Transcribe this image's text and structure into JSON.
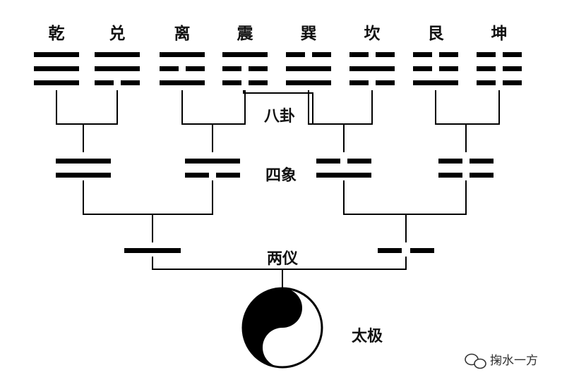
{
  "colors": {
    "ink": "#000000",
    "paper": "#ffffff",
    "watermark": "#333333"
  },
  "trigrams": [
    {
      "name": "乾",
      "lines": [
        1,
        1,
        1
      ]
    },
    {
      "name": "兑",
      "lines": [
        1,
        1,
        0
      ]
    },
    {
      "name": "离",
      "lines": [
        1,
        0,
        1
      ]
    },
    {
      "name": "震",
      "lines": [
        1,
        0,
        0
      ]
    },
    {
      "name": "巽",
      "lines": [
        0,
        1,
        1
      ]
    },
    {
      "name": "坎",
      "lines": [
        0,
        1,
        0
      ]
    },
    {
      "name": "艮",
      "lines": [
        0,
        0,
        1
      ]
    },
    {
      "name": "坤",
      "lines": [
        0,
        0,
        0
      ]
    }
  ],
  "four_images": [
    {
      "lines": [
        1,
        1
      ]
    },
    {
      "lines": [
        1,
        0
      ]
    },
    {
      "lines": [
        0,
        1
      ]
    },
    {
      "lines": [
        0,
        0
      ]
    }
  ],
  "two_forms": [
    {
      "lines": [
        1
      ]
    },
    {
      "lines": [
        0
      ]
    }
  ],
  "labels": {
    "bagua": "八卦",
    "sixiang": "四象",
    "liangyi": "两仪",
    "taiji": "太极"
  },
  "watermark": {
    "icon": "wechat-icon",
    "text": "掬水一方"
  }
}
